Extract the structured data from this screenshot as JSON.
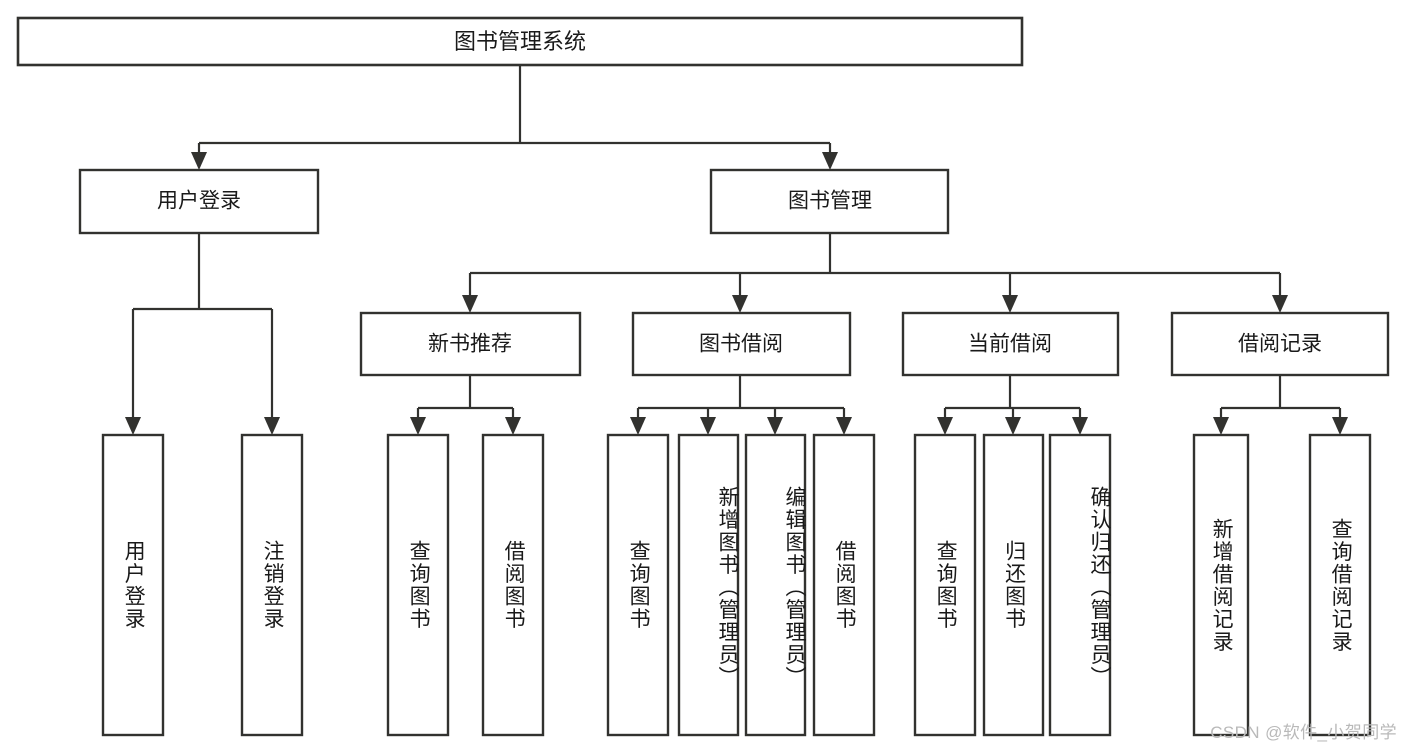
{
  "diagram": {
    "type": "tree-hierarchy",
    "title": "图书管理系统",
    "watermark": "CSDN @软件_小贺同学",
    "colors": {
      "stroke": "#32322f",
      "fill": "#ffffff",
      "text": "#1a1a1a",
      "watermark": "#b9b9b9",
      "background": "#ffffff"
    },
    "levels": [
      {
        "level": 1,
        "nodes": [
          {
            "id": "root",
            "label": "图书管理系统",
            "orientation": "horizontal"
          }
        ]
      },
      {
        "level": 2,
        "nodes": [
          {
            "id": "user-login",
            "label": "用户登录",
            "orientation": "horizontal",
            "parent": "root"
          },
          {
            "id": "book-manage",
            "label": "图书管理",
            "orientation": "horizontal",
            "parent": "root"
          }
        ]
      },
      {
        "level": 3,
        "nodes": [
          {
            "id": "new-book-rec",
            "label": "新书推荐",
            "orientation": "horizontal",
            "parent": "book-manage"
          },
          {
            "id": "book-borrow",
            "label": "图书借阅",
            "orientation": "horizontal",
            "parent": "book-manage"
          },
          {
            "id": "current-borrow",
            "label": "当前借阅",
            "orientation": "horizontal",
            "parent": "book-manage"
          },
          {
            "id": "borrow-record",
            "label": "借阅记录",
            "orientation": "horizontal",
            "parent": "book-manage"
          }
        ]
      },
      {
        "level": 4,
        "nodes": [
          {
            "id": "leaf-user-login",
            "label": "用户登录",
            "orientation": "vertical",
            "parent": "user-login"
          },
          {
            "id": "leaf-logout",
            "label": "注销登录",
            "orientation": "vertical",
            "parent": "user-login"
          },
          {
            "id": "leaf-query-book-1",
            "label": "查询图书",
            "orientation": "vertical",
            "parent": "new-book-rec"
          },
          {
            "id": "leaf-borrow-book-1",
            "label": "借阅图书",
            "orientation": "vertical",
            "parent": "new-book-rec"
          },
          {
            "id": "leaf-query-book-2",
            "label": "查询图书",
            "orientation": "vertical",
            "parent": "book-borrow"
          },
          {
            "id": "leaf-add-book",
            "label": "新增图书（管理员）",
            "orientation": "vertical",
            "parent": "book-borrow"
          },
          {
            "id": "leaf-edit-book",
            "label": "编辑图书（管理员）",
            "orientation": "vertical",
            "parent": "book-borrow"
          },
          {
            "id": "leaf-borrow-book-2",
            "label": "借阅图书",
            "orientation": "vertical",
            "parent": "book-borrow"
          },
          {
            "id": "leaf-query-book-3",
            "label": "查询图书",
            "orientation": "vertical",
            "parent": "current-borrow"
          },
          {
            "id": "leaf-return-book",
            "label": "归还图书",
            "orientation": "vertical",
            "parent": "current-borrow"
          },
          {
            "id": "leaf-confirm-return",
            "label": "确认归还（管理员）",
            "orientation": "vertical",
            "parent": "current-borrow"
          },
          {
            "id": "leaf-add-record",
            "label": "新增借阅记录",
            "orientation": "vertical",
            "parent": "borrow-record"
          },
          {
            "id": "leaf-query-record",
            "label": "查询借阅记录",
            "orientation": "vertical",
            "parent": "borrow-record"
          }
        ]
      }
    ]
  }
}
